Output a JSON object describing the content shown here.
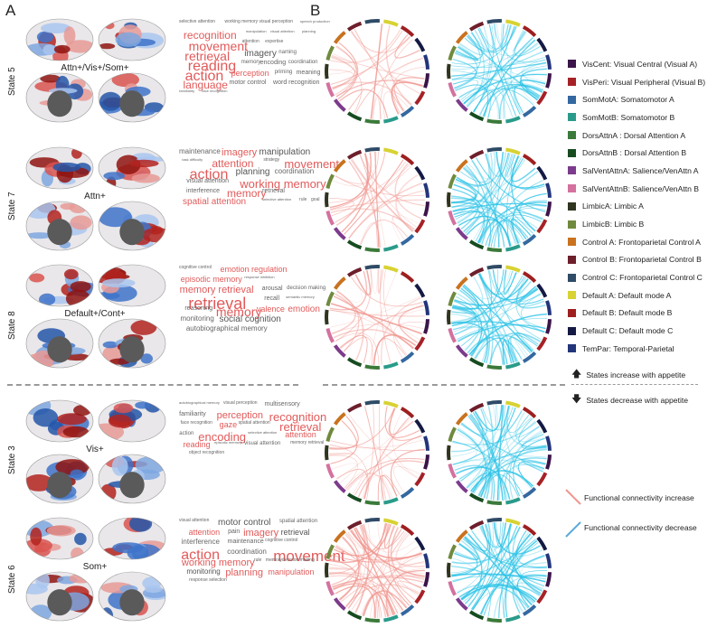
{
  "panels": {
    "a": "A",
    "b": "B"
  },
  "states": [
    {
      "label": "State 5",
      "tag": "Attn+/Vis+/Som+",
      "words": [
        [
          "selective attention",
          5,
          "#666"
        ],
        [
          "working memory",
          5,
          "#666"
        ],
        [
          "visual perception",
          5,
          "#666"
        ],
        [
          "speech production",
          4,
          "#666"
        ],
        [
          "recognition",
          12,
          "#e25a5a"
        ],
        [
          "manipulation",
          4,
          "#666"
        ],
        [
          "visual attention",
          4,
          "#666"
        ],
        [
          "planning",
          4,
          "#666"
        ],
        [
          "movement",
          14,
          "#e25a5a"
        ],
        [
          "attention",
          5,
          "#666"
        ],
        [
          "expertise",
          5,
          "#666"
        ],
        [
          "retrieval",
          14,
          "#e25a5a"
        ],
        [
          "imagery",
          10,
          "#555"
        ],
        [
          "naming",
          6,
          "#666"
        ],
        [
          "reading",
          16,
          "#e25a5a"
        ],
        [
          "memory",
          6,
          "#666"
        ],
        [
          "encoding",
          7,
          "#666"
        ],
        [
          "coordination",
          6,
          "#666"
        ],
        [
          "action",
          16,
          "#e25a5a"
        ],
        [
          "perception",
          9,
          "#e25a5a"
        ],
        [
          "priming",
          6,
          "#666"
        ],
        [
          "meaning",
          7,
          "#666"
        ],
        [
          "language",
          12,
          "#e25a5a"
        ],
        [
          "motor control",
          7,
          "#666"
        ],
        [
          "word recognition",
          7,
          "#666"
        ],
        [
          "familiarity",
          4,
          "#666"
        ],
        [
          "face recognition",
          4,
          "#666"
        ]
      ]
    },
    {
      "label": "State 7",
      "tag": "Attn+",
      "words": [
        [
          "maintenance",
          8,
          "#666"
        ],
        [
          "imagery",
          11,
          "#e25a5a"
        ],
        [
          "manipulation",
          10,
          "#555"
        ],
        [
          "task difficulty",
          4,
          "#666"
        ],
        [
          "attention",
          12,
          "#e25a5a"
        ],
        [
          "strategy",
          5,
          "#666"
        ],
        [
          "movement",
          13,
          "#e25a5a"
        ],
        [
          "action",
          16,
          "#e25a5a"
        ],
        [
          "planning",
          10,
          "#555"
        ],
        [
          "coordination",
          8,
          "#666"
        ],
        [
          "visual attention",
          7,
          "#666"
        ],
        [
          "working memory",
          13,
          "#e25a5a"
        ],
        [
          "interference",
          7,
          "#666"
        ],
        [
          "memory",
          12,
          "#e25a5a"
        ],
        [
          "retrieval",
          7,
          "#666"
        ],
        [
          "spatial attention",
          10,
          "#e25a5a"
        ],
        [
          "selective attention",
          4,
          "#666"
        ],
        [
          "rule",
          5,
          "#666"
        ],
        [
          "goal",
          5,
          "#666"
        ]
      ]
    },
    {
      "label": "State 8",
      "tag": "Default+/Cont+",
      "words": [
        [
          "cognitive control",
          5,
          "#666"
        ],
        [
          "emotion regulation",
          9,
          "#e25a5a"
        ],
        [
          "episodic memory",
          9,
          "#e25a5a"
        ],
        [
          "response inhibition",
          4,
          "#666"
        ],
        [
          "memory retrieval",
          11,
          "#e25a5a"
        ],
        [
          "arousal",
          7,
          "#666"
        ],
        [
          "decision making",
          6,
          "#666"
        ],
        [
          "retrieval",
          18,
          "#e25a5a"
        ],
        [
          "recall",
          7,
          "#666"
        ],
        [
          "semantic memory",
          4,
          "#666"
        ],
        [
          "reasoning",
          7,
          "#666"
        ],
        [
          "memory",
          14,
          "#e25a5a"
        ],
        [
          "valence",
          9,
          "#e25a5a"
        ],
        [
          "emotion",
          10,
          "#e25a5a"
        ],
        [
          "monitoring",
          8,
          "#666"
        ],
        [
          "social cognition",
          10,
          "#555"
        ],
        [
          "autobiographical memory",
          8,
          "#666"
        ]
      ]
    },
    {
      "label": "State 3",
      "tag": "Vis+",
      "words": [
        [
          "autobiographical memory",
          4,
          "#666"
        ],
        [
          "visual perception",
          5,
          "#666"
        ],
        [
          "multisensory",
          7,
          "#666"
        ],
        [
          "familiarity",
          7,
          "#666"
        ],
        [
          "perception",
          11,
          "#e25a5a"
        ],
        [
          "recognition",
          13,
          "#e25a5a"
        ],
        [
          "face recognition",
          5,
          "#666"
        ],
        [
          "gaze",
          9,
          "#e25a5a"
        ],
        [
          "spatial attention",
          5,
          "#666"
        ],
        [
          "retrieval",
          13,
          "#e25a5a"
        ],
        [
          "action",
          6,
          "#666"
        ],
        [
          "encoding",
          13,
          "#e25a5a"
        ],
        [
          "selective attention",
          4,
          "#666"
        ],
        [
          "attention",
          9,
          "#e25a5a"
        ],
        [
          "reading",
          9,
          "#e25a5a"
        ],
        [
          "episodic memory",
          4,
          "#666"
        ],
        [
          "visual attention",
          6,
          "#666"
        ],
        [
          "memory retrieval",
          5,
          "#666"
        ],
        [
          "object recognition",
          5,
          "#666"
        ]
      ]
    },
    {
      "label": "State 6",
      "tag": "Som+",
      "words": [
        [
          "visual attention",
          5,
          "#666"
        ],
        [
          "motor control",
          10,
          "#555"
        ],
        [
          "spatial attention",
          6,
          "#666"
        ],
        [
          "attention",
          9,
          "#e25a5a"
        ],
        [
          "pain",
          7,
          "#666"
        ],
        [
          "imagery",
          11,
          "#e25a5a"
        ],
        [
          "retrieval",
          9,
          "#555"
        ],
        [
          "interference",
          8,
          "#666"
        ],
        [
          "maintenance",
          7,
          "#666"
        ],
        [
          "cognitive control",
          5,
          "#666"
        ],
        [
          "action",
          16,
          "#e25a5a"
        ],
        [
          "coordination",
          8,
          "#666"
        ],
        [
          "movement",
          17,
          "#e25a5a"
        ],
        [
          "working memory",
          11,
          "#e25a5a"
        ],
        [
          "rule",
          5,
          "#666"
        ],
        [
          "memory",
          5,
          "#666"
        ],
        [
          "decision making",
          5,
          "#666"
        ],
        [
          "monitoring",
          8,
          "#555"
        ],
        [
          "planning",
          11,
          "#e25a5a"
        ],
        [
          "manipulation",
          9,
          "#e25a5a"
        ],
        [
          "response selection",
          5,
          "#666"
        ]
      ]
    }
  ],
  "networks": [
    {
      "name": "VisCent: Visual Central (Visual A)",
      "color": "#3b1449"
    },
    {
      "name": "VisPeri: Visual Peripheral (Visual B)",
      "color": "#a52227"
    },
    {
      "name": "SomMotA: Somatomotor A",
      "color": "#3468a0"
    },
    {
      "name": "SomMotB: Somatomotor B",
      "color": "#2a9b8a"
    },
    {
      "name": "DorsAttnA : Dorsal Attention A",
      "color": "#3b7a3a"
    },
    {
      "name": "DorsAttnB : Dorsal Attention B",
      "color": "#174c20"
    },
    {
      "name": "SalVentAttnA: Salience/VenAttn A",
      "color": "#7c3b8c"
    },
    {
      "name": "SalVentAttnB: Salience/VenAttn B",
      "color": "#d4719e"
    },
    {
      "name": "LimbicA: Limbic A",
      "color": "#2f351f"
    },
    {
      "name": "LimbicB: Limbic B",
      "color": "#6f8a3e"
    },
    {
      "name": "Control A: Frontoparietal Control A",
      "color": "#c9721f"
    },
    {
      "name": "Control B: Frontoparietal Control B",
      "color": "#6d1f2b"
    },
    {
      "name": "Control C: Frontoparietal Control C",
      "color": "#2f4b66"
    },
    {
      "name": "Default A: Default mode A",
      "color": "#d8d233"
    },
    {
      "name": "Default B: Default mode B",
      "color": "#9e1f1f"
    },
    {
      "name": "Default C: Default mode C",
      "color": "#151a44"
    },
    {
      "name": "TemPar: Temporal-Parietal",
      "color": "#23357a"
    }
  ],
  "notes": {
    "increase": "States increase with appetite",
    "decrease": "States decrease with appetite",
    "fc_increase": "Functional connectivity increase",
    "fc_decrease": "Functional connectivity decrease"
  },
  "colors": {
    "fc_increase": "#f0958e",
    "fc_decrease": "#29c2e6",
    "brain_red": "#b3231e",
    "brain_blue": "#3e73c9"
  }
}
